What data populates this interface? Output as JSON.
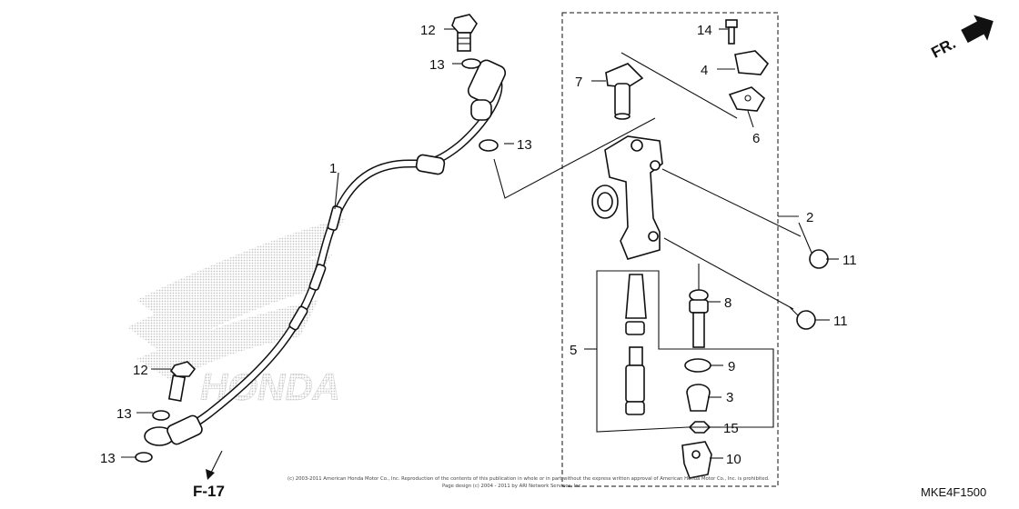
{
  "diagram": {
    "direction_label": "FR.",
    "section_ref": "F-17",
    "diagram_code": "MKE4F1500",
    "watermark_text": "HONDA",
    "copyright_line1": "(c) 2003-2011 American Honda Motor Co., Inc. Reproduction of the contents of this publication in whole or in part without the express written approval of American Honda Motor Co., Inc. is prohibited.",
    "copyright_line2": "Page design (c) 2004 - 2011 by ARI Network Services, Inc.",
    "callouts": [
      {
        "id": "c1",
        "label": "1"
      },
      {
        "id": "c2",
        "label": "2"
      },
      {
        "id": "c3",
        "label": "3"
      },
      {
        "id": "c4",
        "label": "4"
      },
      {
        "id": "c5",
        "label": "5"
      },
      {
        "id": "c6",
        "label": "6"
      },
      {
        "id": "c7",
        "label": "7"
      },
      {
        "id": "c8",
        "label": "8"
      },
      {
        "id": "c9",
        "label": "9"
      },
      {
        "id": "c10",
        "label": "10"
      },
      {
        "id": "c11a",
        "label": "11"
      },
      {
        "id": "c11b",
        "label": "11"
      },
      {
        "id": "c12a",
        "label": "12"
      },
      {
        "id": "c12b",
        "label": "12"
      },
      {
        "id": "c13a",
        "label": "13"
      },
      {
        "id": "c13b",
        "label": "13"
      },
      {
        "id": "c13c",
        "label": "13"
      },
      {
        "id": "c13d",
        "label": "13"
      },
      {
        "id": "c14",
        "label": "14"
      },
      {
        "id": "c15",
        "label": "15"
      }
    ]
  }
}
